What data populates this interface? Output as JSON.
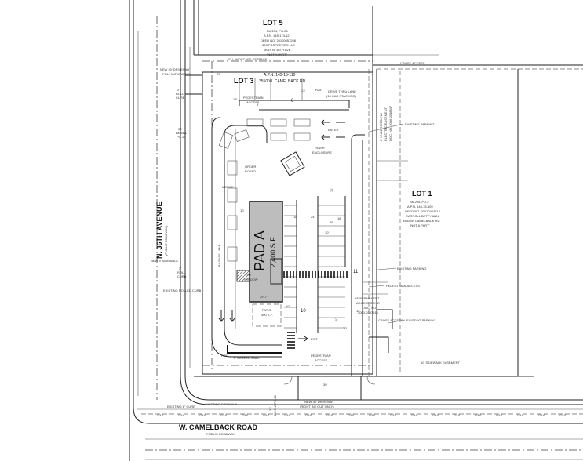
{
  "lot5": {
    "title": "LOT 5",
    "info": [
      "BK.204, PG.25",
      "A.P.N. 145-174-12",
      "DEED NO. 20100057268",
      "303 PROPERTIES LLC",
      "5019 N. 36TH AVE.",
      "\"NOT A PART\""
    ]
  },
  "lot3": {
    "title": "LOT 3",
    "apn": "A.P.N. 145-15-110",
    "address": "3550 W. CAMELBACK RD."
  },
  "lot1": {
    "title": "LOT 1",
    "info": [
      "BK.205, PG.2",
      "A.P.N. 145-15-109",
      "DEED NO. 20010424714",
      "CARROLL BETTY ANN",
      "3540 W. CAMELBACK RD.",
      "\"NOT A PART\""
    ]
  },
  "pad": {
    "name": "PAD A",
    "area": "2,400 S.F."
  },
  "roads": {
    "avenue_name": "N. 36TH AVENUE",
    "avenue_type": "(PUBLIC ROADWAY)",
    "road_name": "W. CAMELBACK ROAD",
    "road_type": "(PUBLIC ROADWAY)"
  },
  "annotations": {
    "landscape_setback": "10' LANDSCAPE SETBACK",
    "cross_access_top": "CROSS ACCESS",
    "new_driveway_full_1": "NEW 20' DRIVEWAY",
    "new_driveway_full_2": "(FULL MOVEMENT)",
    "roll_curb_top_1": "2'",
    "roll_curb_top_2": "ROLL",
    "roll_curb_top_3": "CURB",
    "bk_top_1": "30'",
    "bk_top_2": "BK.51A",
    "bk_top_3": "PG.18",
    "pedestrian_access_top_1": "PEDESTRIAN",
    "pedestrian_access_top_2": "ACCESS",
    "drive_thru_1": "DRIVE THRU LANE",
    "drive_thru_2": "(13 CAR STACKING)",
    "enter": "ENTER",
    "trash_1": "TRASH",
    "trash_2": "ENCLOSURE",
    "order_board_1": "ORDER",
    "order_board_2": "BOARD",
    "merge": "MERGE",
    "bypass_lane": "BY-PASS LANE",
    "pu_window_1": "P/U",
    "pu_window_2": "WINDOW",
    "patio_1": "PATIO",
    "patio_2": "400 S.F.",
    "exit": "EXIT",
    "screen_wall": "3' SCREEN WALL",
    "pedestrian_access_bottom_1": "PEDESTRIAN",
    "pedestrian_access_bottom_2": "ACCESS",
    "new_sidewalk": "NEW 5' SIDEWALK",
    "roll_curb_mid_1": "2'",
    "roll_curb_mid_2": "ROLL",
    "roll_curb_mid_3": "CURB",
    "existing_rolled_curb": "EXISTING ROLLED CURB",
    "existing_6_curb": "EXISTING 6\" CURB",
    "existing_sidewalk": "EXISTING SIDEWALK",
    "new_driveway_right_1": "NEW 30' DRIVEWAY",
    "new_driveway_right_2": "(RIGHT IN / OUT ONLY)",
    "bk_bottom": "BK.51A PG.18",
    "bk_bottom_2": "33'",
    "existing_parking_1": "EXISTING PARKING",
    "existing_parking_2": "EXISTING PARKING",
    "existing_parking_3": "EXISTING PARKING",
    "pedestrian_access_right": "PEDESTRIAN ACCESS",
    "permanent_access_1": "18' PERMANENT",
    "permanent_access_2": "ACCESS DRIVE",
    "permanent_access_3": "DOC. NO.",
    "permanent_access_4": "2000-0357918",
    "cross_access_right": "CROSS ACCESS",
    "sidewalk_easement": "10' SIDEWALK EASEMENT",
    "underground_easement_1": "8' UNDERGROUND",
    "underground_easement_2": "ELECTRIC EASEMENT",
    "underground_easement_3": "DOC. NO. 2006-0308847",
    "gas": "GAS",
    "dim_pad_width": "29'-7\"",
    "dim_18": "18'",
    "dim_24": "24'",
    "dim_18b": "18'",
    "dim_26": "26'",
    "dim_10": "10'",
    "dim_12": "12'",
    "dim_11": "11'",
    "dim_20": "20'",
    "dim_6": "6'",
    "dim_10b": "10'",
    "dim_10c": "10'",
    "dim_15": "15'",
    "dim_13": "13'",
    "dim_r25": "R25'",
    "dim_r45": "R45'",
    "dim_20b": "20'",
    "dim_30": "30'",
    "dim_20c": "20'"
  },
  "stall_numbers": {
    "top_lot": "6",
    "right_mid": "11",
    "right_bottom": "10"
  }
}
